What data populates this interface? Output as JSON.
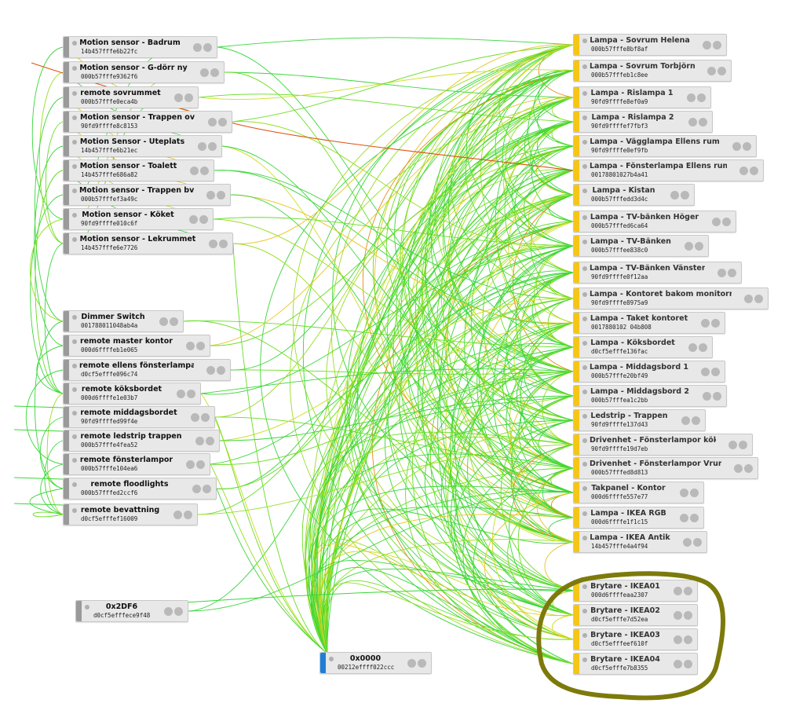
{
  "colors": {
    "sensor_bar": "#9a9a9a",
    "light_bar": "#f5c518",
    "coordinator_bar": "#1e7fd6",
    "link_colors": [
      "#3ad63a",
      "#66dd22",
      "#99dd22",
      "#ccdd22",
      "#e6c520",
      "#e88a1a",
      "#e05010"
    ],
    "highlight": "#7d7a0c"
  },
  "left_nodes": [
    {
      "name": "Motion sensor - Badrum",
      "addr": "14b457fffe6b22fc"
    },
    {
      "name": "Motion sensor - G-dörr ny",
      "addr": "000b57fffe9362f6"
    },
    {
      "name": "remote sovrummet",
      "addr": "000b57fffe0eca4b"
    },
    {
      "name": "Motion sensor - Trappen ov",
      "addr": "90fd9ffffe8c8153"
    },
    {
      "name": "Motion Sensor - Uteplats",
      "addr": "14b457fffe6b21ec"
    },
    {
      "name": "Motion sensor - Toalett",
      "addr": "14b457fffe686a82"
    },
    {
      "name": "Motion sensor - Trappen bv",
      "addr": "000b57fffef3a49c"
    },
    {
      "name": "Motion sensor - Köket",
      "addr": "90fd9ffffe010c6f"
    },
    {
      "name": "Motion sensor - Lekrummet",
      "addr": "14b457fffe6e7726"
    },
    {
      "name": "Dimmer Switch",
      "addr": "001788011048ab4a"
    },
    {
      "name": "remote master kontor",
      "addr": "000d6ffffeb1e065"
    },
    {
      "name": "remote ellens fönsterlampa",
      "addr": "d0cf5efffe096c74"
    },
    {
      "name": "remote köksbordet",
      "addr": "000d6ffffe1e03b7"
    },
    {
      "name": "remote middagsbordet",
      "addr": "90fd9ffffed99f4e"
    },
    {
      "name": "remote ledstrip trappen",
      "addr": "000b57fffe4fea52"
    },
    {
      "name": "remote fönsterlampor",
      "addr": "000b57fffe104ea6"
    },
    {
      "name": "remote floodlights",
      "addr": "000b57fffed2ccf6"
    },
    {
      "name": "remote bevattning",
      "addr": "d0cf5efffef16009"
    },
    {
      "name": "0x2DF6",
      "addr": "d0cf5efffece9f48"
    }
  ],
  "right_nodes": [
    {
      "name": "Lampa - Sovrum Helena",
      "addr": "000b57fffe8bf8af"
    },
    {
      "name": "Lampa - Sovrum Torbjörn",
      "addr": "000b57fffeb1c8ee"
    },
    {
      "name": "Lampa - Rislampa 1",
      "addr": "90fd9ffffe8ef0a9"
    },
    {
      "name": "Lampa - Rislampa 2",
      "addr": "90fd9ffffef7fbf3"
    },
    {
      "name": "Lampa - Vägglampa Ellens rum",
      "addr": "90fd9ffffe0ef9fb"
    },
    {
      "name": "Lampa - Fönsterlampa Ellens rum",
      "addr": "00178801027b4a41"
    },
    {
      "name": "Lampa - Kistan",
      "addr": "000b57fffedd3d4c"
    },
    {
      "name": "Lampa - TV-bänken Höger",
      "addr": "000b57fffed6ca64"
    },
    {
      "name": "Lampa - TV-Bänken",
      "addr": "000b57fffee838c0"
    },
    {
      "name": "Lampa - TV-Bänken Vänster",
      "addr": "90fd9ffffe0f12aa"
    },
    {
      "name": "Lampa - Kontoret bakom monitorn",
      "addr": "90fd9ffffe8975a9"
    },
    {
      "name": "Lampa - Taket kontoret",
      "addr": "0017880102 04b808"
    },
    {
      "name": "Lampa - Köksbordet",
      "addr": "d0cf5efffe136fac"
    },
    {
      "name": "Lampa - Middagsbord 1",
      "addr": "000b57fffe20bf49"
    },
    {
      "name": "Lampa - Middagsbord 2",
      "addr": "000b57fffea1c2bb"
    },
    {
      "name": "Ledstrip - Trappen",
      "addr": "90fd9ffffe137d43"
    },
    {
      "name": "Drivenhet - Fönsterlampor kök",
      "addr": "90fd9ffffe19d7eb"
    },
    {
      "name": "Drivenhet - Fönsterlampor Vrum",
      "addr": "000b57fffed8d813"
    },
    {
      "name": "Takpanel - Kontor",
      "addr": "000d6ffffe557e77"
    },
    {
      "name": "Lampa - IKEA RGB",
      "addr": "000d6ffffe1f1c15"
    },
    {
      "name": "Lampa - IKEA Antik",
      "addr": "14b457fffe4a4f94"
    },
    {
      "name": "Brytare - IKEA01",
      "addr": "000d6ffffeaa2307"
    },
    {
      "name": "Brytare - IKEA02",
      "addr": "d0cf5efffe7d52ea"
    },
    {
      "name": "Brytare - IKEA03",
      "addr": "d0cf5efffeef610f"
    },
    {
      "name": "Brytare - IKEA04",
      "addr": "d0cf5efffe7b8355"
    }
  ],
  "coordinator": {
    "name": "0x0000",
    "addr": "00212effff022ccc"
  }
}
